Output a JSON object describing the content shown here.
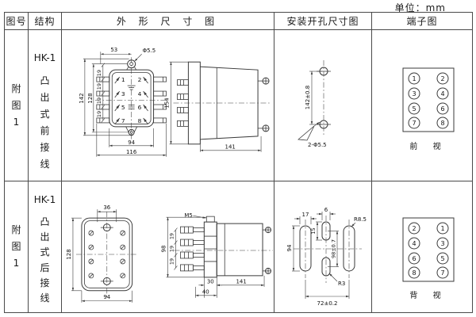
{
  "unit_label": "单位：mm",
  "colors": {
    "line": "#3a3a3a",
    "border": "#4a4a4a",
    "text": "#1a1a1a",
    "background": "#ffffff"
  },
  "header": {
    "figure_no": "图号",
    "structure": "结构",
    "outline": "外 形 尺 寸 图",
    "install": "安装开孔尺寸图",
    "terminal": "端子图"
  },
  "rows": [
    {
      "figure_label": "附\n图\n1",
      "model": "HK-1",
      "structure_label": "凸\n出\n式\n前\n接\n线",
      "outline": {
        "front": {
          "dim_top": "53",
          "hole": "Φ5.5",
          "dim_h_outer": "142",
          "dim_h_inner": "128",
          "pitch": "19",
          "dim_w_inner": "94",
          "dim_w_outer": "116",
          "terminals": [
            "1",
            "2",
            "3",
            "4",
            "5",
            "6",
            "7",
            "8"
          ]
        },
        "side": {
          "dim_h": "154",
          "dim_d": "141"
        }
      },
      "install": {
        "dim_v": "142±0.8",
        "holes": "2-Φ5.5"
      },
      "terminal": {
        "numbers": [
          "1",
          "2",
          "3",
          "4",
          "5",
          "6",
          "7",
          "8"
        ],
        "caption": "前 视"
      }
    },
    {
      "figure_label": "附\n图\n1",
      "model": "HK-1",
      "structure_label": "凸\n出\n式\n后\n接\n线",
      "outline": {
        "back": {
          "dim_top": "36",
          "dim_h": "128",
          "dim_w": "94"
        },
        "side": {
          "thread": "M5",
          "dim_h": "98",
          "pitch": "19",
          "dim_30": "30",
          "dim_40": "40",
          "dim_d": "141"
        }
      },
      "install": {
        "slot_w": "17",
        "slot_h": "94",
        "mid_w": "6",
        "mid_h": "15",
        "mid_span": "98±0.7",
        "r_small": "R3",
        "r_big": "R8.5",
        "dim_w": "72±0.2"
      },
      "terminal": {
        "numbers": [
          "2",
          "1",
          "4",
          "3",
          "6",
          "5",
          "8",
          "7"
        ],
        "caption": "背 视"
      }
    }
  ]
}
